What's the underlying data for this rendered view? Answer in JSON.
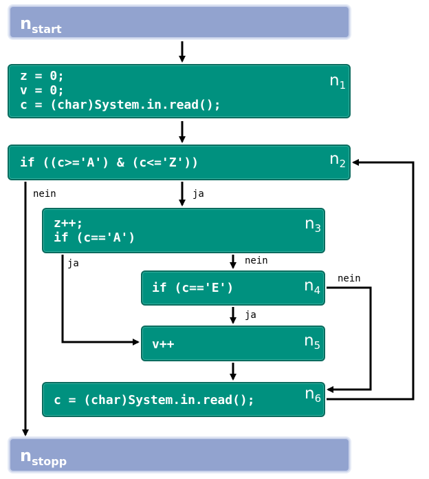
{
  "nodes": {
    "start": {
      "base": "n",
      "sub": "start"
    },
    "n1": {
      "base": "n",
      "sub": "1",
      "code": "z = 0;\nv = 0;\nc = (char)System.in.read();"
    },
    "n2": {
      "base": "n",
      "sub": "2",
      "code": "if ((c>='A') & (c<='Z'))"
    },
    "n3": {
      "base": "n",
      "sub": "3",
      "code": "z++;\nif (c=='A')"
    },
    "n4": {
      "base": "n",
      "sub": "4",
      "code": "if (c=='E')"
    },
    "n5": {
      "base": "n",
      "sub": "5",
      "code": "v++"
    },
    "n6": {
      "base": "n",
      "sub": "6",
      "code": "c = (char)System.in.read();"
    },
    "stopp": {
      "base": "n",
      "sub": "stopp"
    }
  },
  "edges": {
    "n2_no": "nein",
    "n2_yes": "ja",
    "n3_yes": "ja",
    "n3_no": "nein",
    "n4_no": "nein",
    "n4_yes": "ja"
  },
  "colors": {
    "node": "#00917f",
    "terminal": "#92a3cf",
    "arrow": "#000000"
  }
}
